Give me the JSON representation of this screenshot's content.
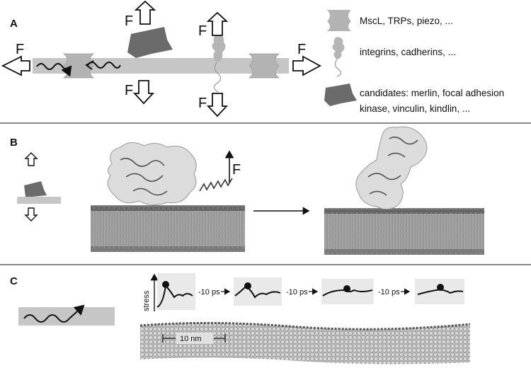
{
  "panel_a": {
    "label": "A",
    "force": "F",
    "legend": [
      {
        "id": "channels",
        "text": "MscL, TRPs, piezo, ..."
      },
      {
        "id": "adhesion",
        "text": "integrins, cadherins, ..."
      },
      {
        "id": "candidates",
        "line1": "candidates: merlin, focal adhesion",
        "line2": "kinase, vinculin, kindlin, ..."
      }
    ]
  },
  "panel_b": {
    "label": "B",
    "force": "F"
  },
  "panel_c": {
    "label": "C",
    "stress_label": "stress",
    "step_label": "-10 ps",
    "scale_label": "10 nm"
  },
  "colors": {
    "membrane": "#c6c6c6",
    "protein_dark": "#6b6b6b",
    "protein_light": "#b5b5b5",
    "ink": "#111111"
  }
}
